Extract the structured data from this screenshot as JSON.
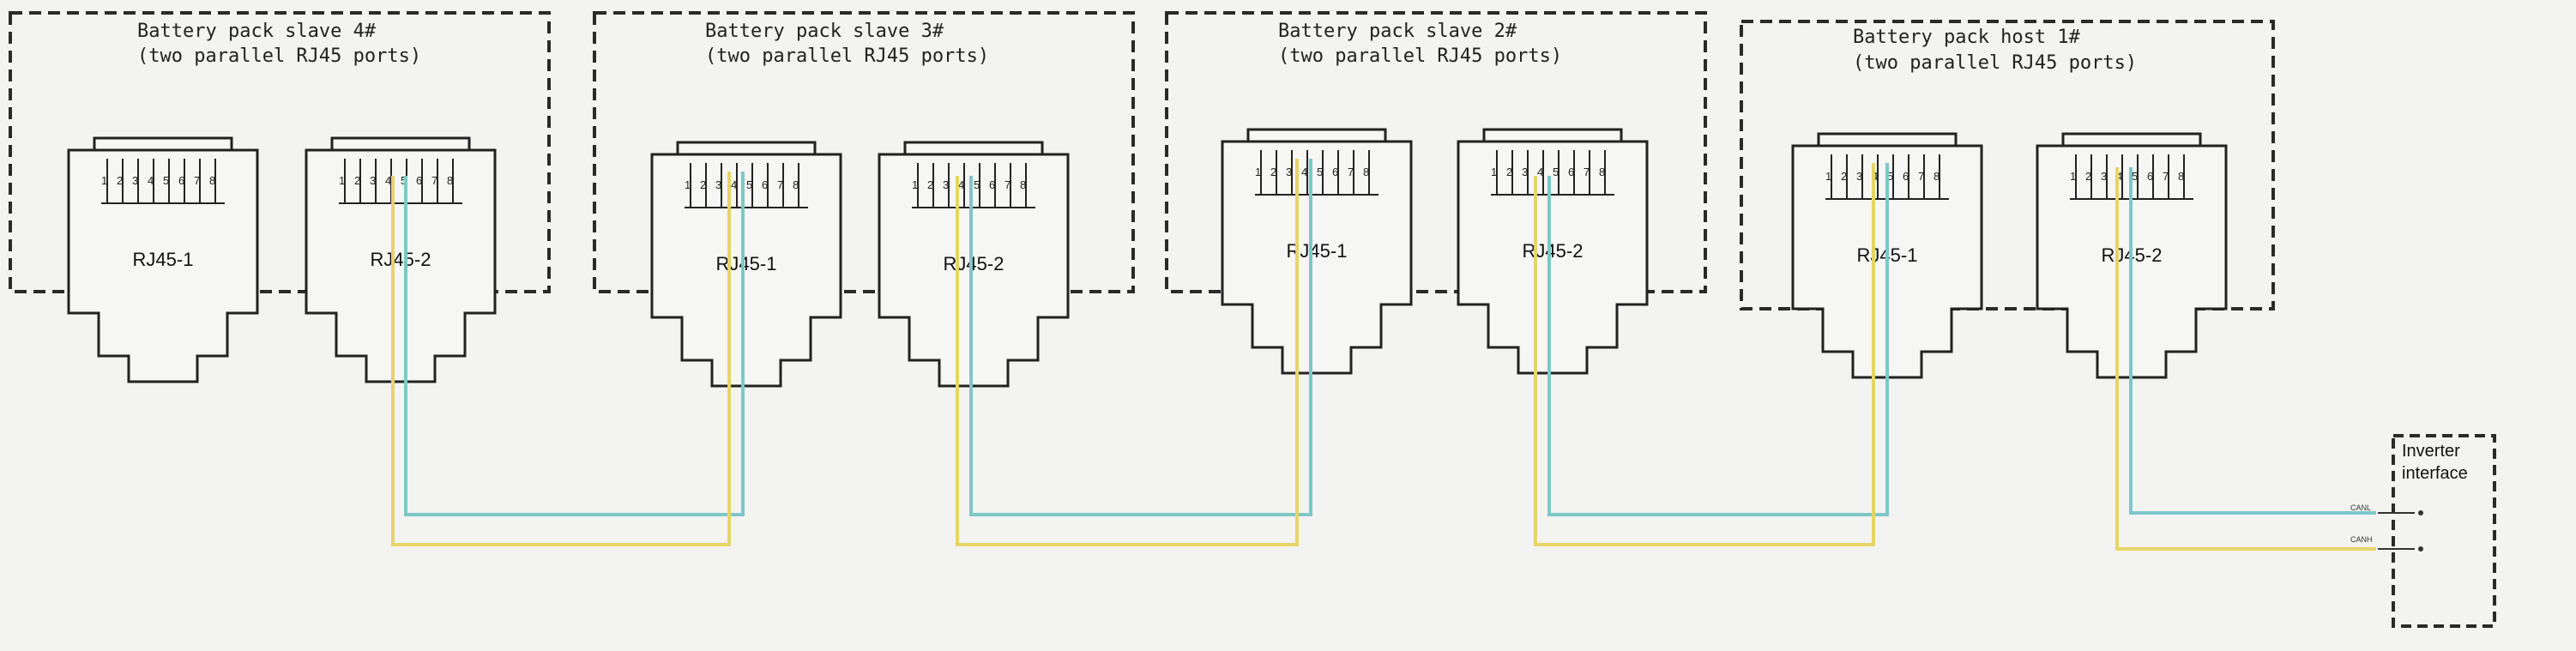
{
  "packs": [
    {
      "title": "Battery pack slave 4#",
      "subtitle": "(two parallel RJ45 ports)",
      "ports": [
        "RJ45-1",
        "RJ45-2"
      ]
    },
    {
      "title": "Battery pack slave 3#",
      "subtitle": "(two parallel RJ45 ports)",
      "ports": [
        "RJ45-1",
        "RJ45-2"
      ]
    },
    {
      "title": "Battery pack slave 2#",
      "subtitle": "(two parallel RJ45 ports)",
      "ports": [
        "RJ45-1",
        "RJ45-2"
      ]
    },
    {
      "title": "Battery pack host 1#",
      "subtitle": "(two parallel RJ45 ports)",
      "ports": [
        "RJ45-1",
        "RJ45-2"
      ]
    }
  ],
  "pin_numbers": [
    "1",
    "2",
    "3",
    "4",
    "5",
    "6",
    "7",
    "8"
  ],
  "inverter": {
    "title_line1": "Inverter",
    "title_line2": "interface",
    "canl_label": "CANL",
    "canh_label": "CANH"
  },
  "colors": {
    "wire_cyan": "#7ec7c9",
    "wire_yellow": "#e6d46a",
    "outline": "#222222",
    "frame_dash": "#2a2a2a",
    "background": "#f3f3f1"
  }
}
